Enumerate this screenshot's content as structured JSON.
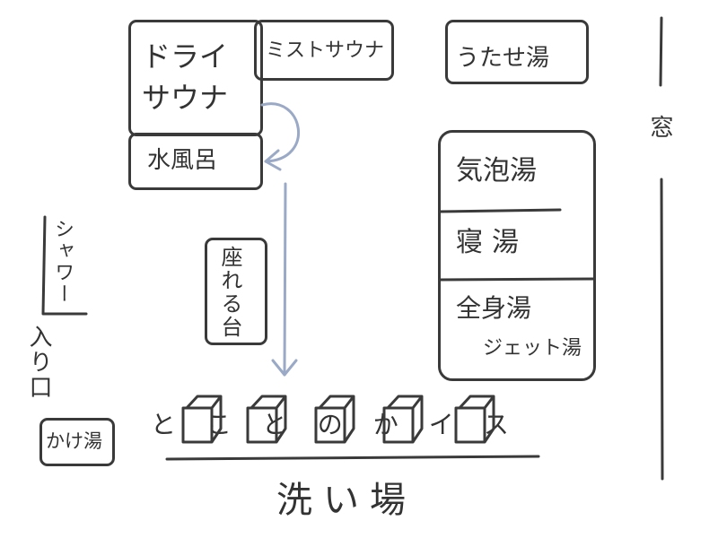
{
  "sauna_area": {
    "dry_sauna": "ドライサウナ",
    "mist_sauna": "ミストサウナ",
    "cold_bath": "水風呂"
  },
  "utase_yu": "うたせ湯",
  "bath_group": {
    "kihou_yu": "気泡湯",
    "ne_yu": "寝湯",
    "zenshin_yu": "全身湯",
    "jet_yu": "ジェット湯"
  },
  "window": "窓",
  "shower": "シャワー",
  "entrance": "入り口",
  "kakeyu": "かけ湯",
  "rest_bench": "座れる台",
  "washing_area": {
    "faucet_sequence_text": "とことのかイス",
    "faucet_marker_count": 5,
    "title": "洗い場"
  },
  "colors": {
    "ink": "#333333",
    "arrow": "#9aa9c6"
  }
}
